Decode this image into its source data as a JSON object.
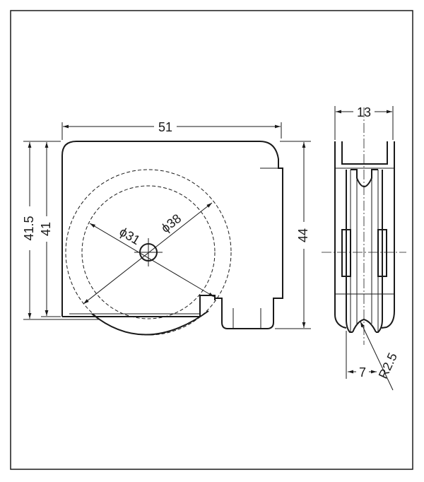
{
  "dimensions": {
    "width_51": "51",
    "height_41_5": "41.5",
    "height_41": "41",
    "height_44": "44",
    "dia_31": "ϕ31",
    "dia_38": "ϕ38",
    "width_13": "13",
    "width_7": "7",
    "radius": "R2.5"
  }
}
